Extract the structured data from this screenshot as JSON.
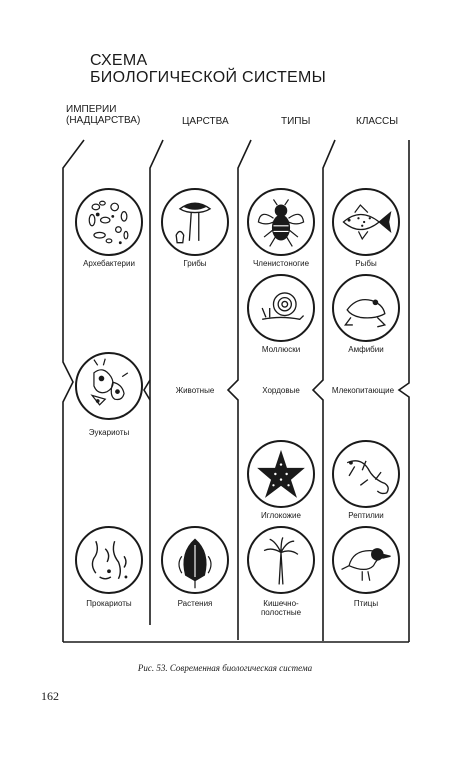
{
  "title_line1": "СХЕМА",
  "title_line2": "БИОЛОГИЧЕСКОЙ СИСТЕМЫ",
  "headers": {
    "empires_line1": "ИМПЕРИИ",
    "empires_line2": "(НАДЦАРСТВА)",
    "kingdoms": "ЦАРСТВА",
    "phyla": "ТИПЫ",
    "classes": "КЛАССЫ"
  },
  "labels": {
    "archaebacteria": "Архебактерии",
    "eukaryotes": "Эукариоты",
    "prokaryotes": "Прокариоты",
    "fungi": "Грибы",
    "animals": "Животные",
    "plants": "Растения",
    "arthropods": "Членистоногие",
    "mollusks": "Моллюски",
    "chordates": "Хордовые",
    "echinoderms": "Иглокожие",
    "coelenterates": "Кишечно-полостные",
    "fish": "Рыбы",
    "amphibians": "Амфибии",
    "mammals": "Млекопитающие",
    "reptiles": "Рептилии",
    "birds": "Птицы"
  },
  "caption": "Рис. 53. Современная биологическая система",
  "page_number": "162"
}
